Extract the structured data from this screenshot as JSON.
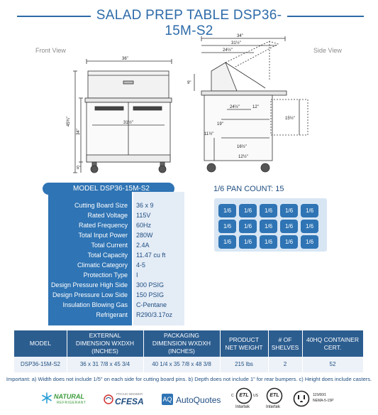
{
  "title": "SALAD PREP TABLE DSP36-15M-S2",
  "front_view_label": "Front View",
  "side_view_label": "Side View",
  "drawing_dims": {
    "front_width": "36\"",
    "front_depth_inner": "31½\"",
    "front_height": "45¾\"",
    "front_height2": "34\"",
    "front_caster": "5\"",
    "side_total": "34\"",
    "side_a": "31½\"",
    "side_b": "24½\"",
    "side_c": "9\"",
    "side_d": "24½\"",
    "side_e": "12\"",
    "side_f": "15½\"",
    "side_g": "19\"",
    "side_h": "11½\"",
    "side_i": "16½\"",
    "side_j": "12½\""
  },
  "spec_panel": {
    "model": "MODEL DSP36-15M-S2",
    "rows": [
      {
        "label": "Cutting Board Size",
        "value": "36 x 9"
      },
      {
        "label": "Rated  Voltage",
        "value": "115V"
      },
      {
        "label": "Rated  Frequency",
        "value": "60Hz"
      },
      {
        "label": "Total Input Power",
        "value": "280W"
      },
      {
        "label": "Total Current",
        "value": "2.4A"
      },
      {
        "label": "Total Capacity",
        "value": "11.47 cu ft"
      },
      {
        "label": "Climatic Category",
        "value": "4-5"
      },
      {
        "label": "Protection Type",
        "value": "I"
      },
      {
        "label": "Design Pressure High Side",
        "value": "300 PSIG"
      },
      {
        "label": "Design Pressure Low Side",
        "value": "150 PSIG"
      },
      {
        "label": "Insulation Blowing Gas",
        "value": "C-Pentane"
      },
      {
        "label": "Refrigerant",
        "value": "R290/3.17oz"
      }
    ]
  },
  "pans": {
    "title": "1/6 PAN COUNT: 15",
    "label": "1/6",
    "rows": 3,
    "cols": 5
  },
  "table": {
    "headers": [
      "MODEL",
      "EXTERNAL DIMENSION WXDXH (INCHES)",
      "PACKAGING DIMENSION WXDXH (INCHES)",
      "PRODUCT NET WEIGHT",
      "# OF SHELVES",
      "40HQ CONTAINER CERT."
    ],
    "row": [
      "DSP36-15M-S2",
      "36 x 31 7/8 x 45 3/4",
      "40 1/4 x 35 7/8 x 48 3/8",
      "215 lbs",
      "2",
      "52"
    ]
  },
  "note": "Important: a) Width does not include 1/5\" on each side for cutting board pins.  b) Depth does not include 1\" for rear bumpers. c) Height does include casters.",
  "logos": {
    "natural_1": "NATURAL",
    "natural_2": "REFRIGERANT",
    "proud_member": "PROUD MEMBER",
    "cfesa": "CFESA",
    "aq": "AQ",
    "autoquotes": "AutoQuotes",
    "intertek_1": "Intertek",
    "intertek_2": "Intertek",
    "etl_1": "ETL",
    "etl_2": "ETL",
    "c_label": "C",
    "us_label": "US",
    "plug_1": "115/60/1",
    "plug_2": "NEMA-5-15P"
  },
  "colors": {
    "primary": "#2f74b4",
    "dark": "#2c5d8f",
    "light": "#e4ecf6",
    "text": "#1f4d80"
  }
}
